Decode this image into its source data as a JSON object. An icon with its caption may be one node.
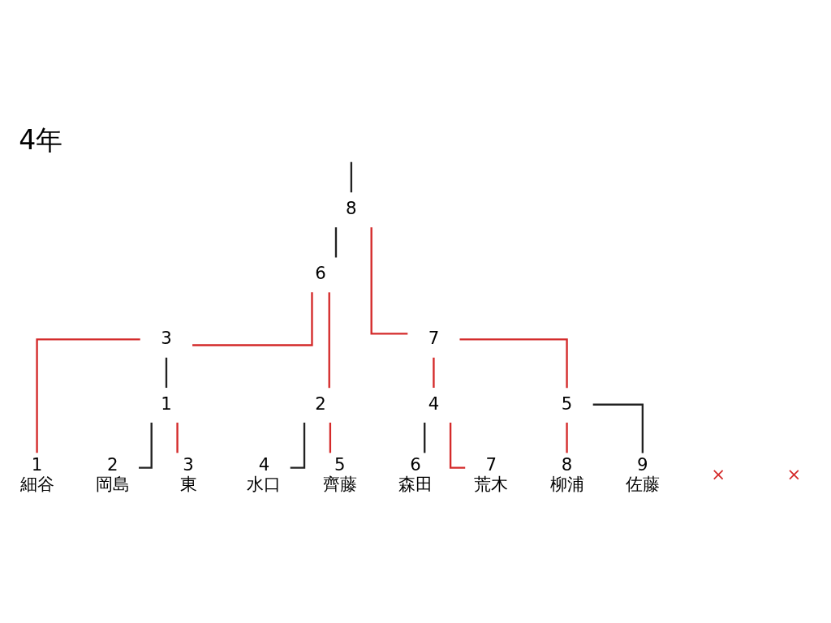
{
  "diagram": {
    "title": "4年",
    "nodes": [
      {
        "text": [
          "8"
        ]
      },
      {
        "text": [
          "6"
        ]
      },
      {
        "text": [
          "7"
        ]
      },
      {
        "text": [
          "3"
        ]
      },
      {
        "text": [
          "2"
        ]
      },
      {
        "text": [
          "4"
        ]
      },
      {
        "text": [
          "5"
        ]
      },
      {
        "text": [
          "1"
        ]
      },
      {
        "text": [
          "1",
          "細谷"
        ]
      },
      {
        "text": [
          "2",
          "岡島"
        ]
      },
      {
        "text": [
          "3",
          "東"
        ]
      },
      {
        "text": [
          "4",
          "水口"
        ]
      },
      {
        "text": [
          "5",
          "齊藤"
        ]
      },
      {
        "text": [
          "6",
          "森田"
        ]
      },
      {
        "text": [
          "7",
          "荒木"
        ]
      },
      {
        "text": [
          "8",
          "柳浦"
        ]
      },
      {
        "text": [
          "9",
          "佐藤"
        ]
      }
    ],
    "edges": [
      {
        "from": 8,
        "to": 3,
        "arrow": "none"
      },
      {
        "from": 9,
        "to": 7,
        "arrow": "none",
        "color": "#222222"
      },
      {
        "from": 10,
        "to": 7,
        "arrow": "none"
      },
      {
        "from": 7,
        "to": 3,
        "arrow": "none",
        "color": "#222222"
      },
      {
        "from": 11,
        "to": 4,
        "arrow": "none",
        "color": "#222222"
      },
      {
        "from": 12,
        "to": 4,
        "arrow": "none"
      },
      {
        "from": 13,
        "to": 5,
        "arrow": "none",
        "color": "#222222"
      },
      {
        "from": 14,
        "to": 5,
        "arrow": "none"
      },
      {
        "from": 15,
        "to": 6,
        "arrow": "none"
      },
      {
        "from": 16,
        "to": 6,
        "arrow": "none",
        "color": "#222222"
      },
      {
        "from": 3,
        "to": 1,
        "arrow": "none"
      },
      {
        "from": 4,
        "to": 1,
        "arrow": "none"
      },
      {
        "from": 5,
        "to": 2,
        "arrow": "none"
      },
      {
        "from": 6,
        "to": 2,
        "arrow": "none"
      },
      {
        "from": 1,
        "to": 0,
        "arrow": "none",
        "color": "#222222"
      },
      {
        "from": 2,
        "to": 0,
        "arrow": "none"
      },
      {
        "from": 0,
        "to": null,
        "arrow": "none",
        "color": "#222222"
      }
    ],
    "labels": [
      "×",
      "×"
    ]
  }
}
